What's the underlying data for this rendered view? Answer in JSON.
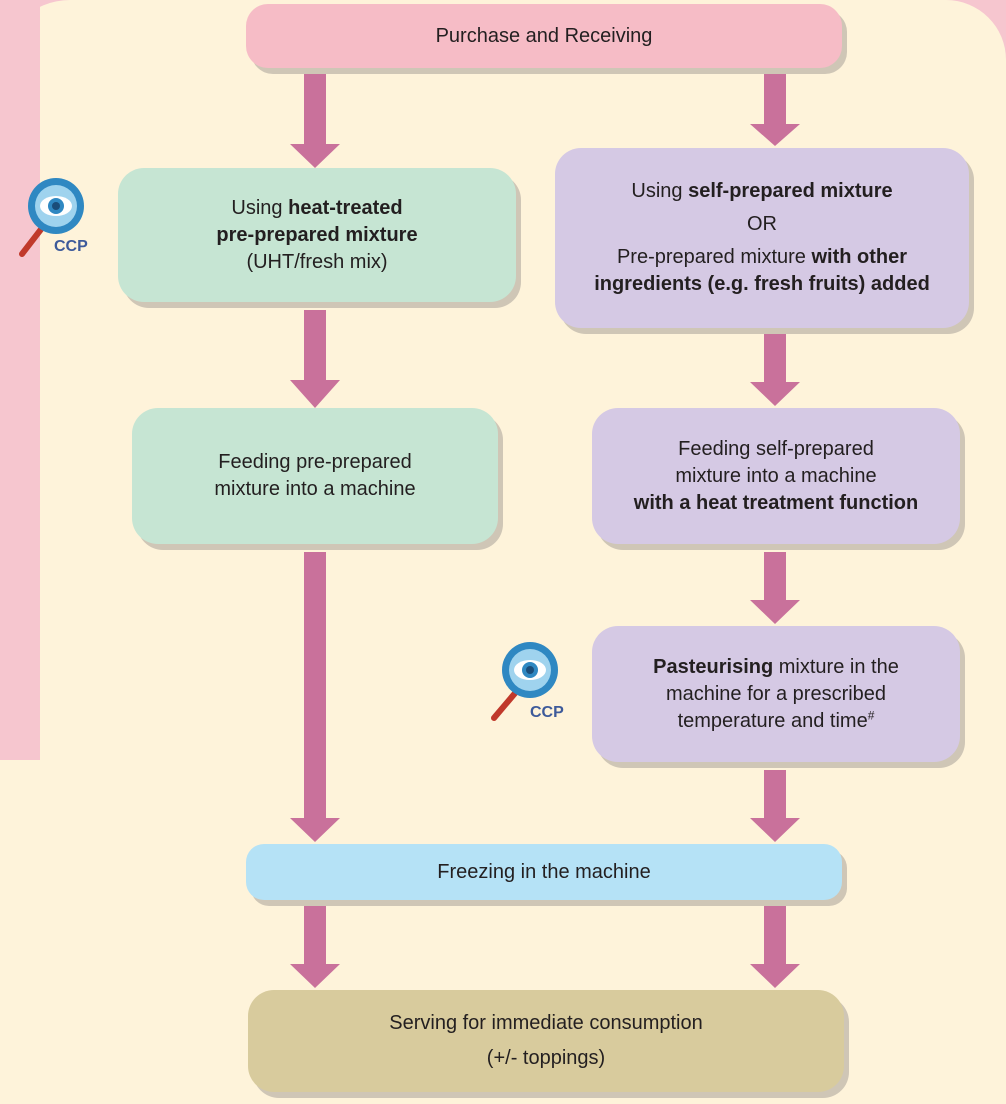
{
  "flowchart": {
    "purchase": "Purchase and Receiving",
    "left_using_pre": "Using ",
    "left_using_bold1": "heat-treated",
    "left_using_bold2": "pre-prepared mixture",
    "left_using_post": "(UHT/fresh mix)",
    "left_feed_line1": "Feeding pre-prepared",
    "left_feed_line2": "mixture into a machine",
    "right_using_pre": "Using ",
    "right_using_bold": "self-prepared mixture",
    "right_or": "OR",
    "right_pre_pre": "Pre-prepared mixture ",
    "right_pre_bold1": "with other",
    "right_pre_bold2": "ingredients (e.g. fresh fruits) added",
    "right_feed_line1": "Feeding self-prepared",
    "right_feed_line2": "mixture into a machine",
    "right_feed_bold": "with a heat treatment function",
    "pasteur_bold": "Pasteurising",
    "pasteur_line1_rest": " mixture in the",
    "pasteur_line2": "machine for a prescribed",
    "pasteur_line3": "temperature and time",
    "pasteur_sup": "#",
    "freezing": "Freezing in the machine",
    "serving_line1": "Serving for immediate consumption",
    "serving_line2": "(+/- toppings)",
    "ccp_label": "CCP"
  },
  "colors": {
    "arrow": "#c9719b",
    "ccp_text": "#3d5a9a",
    "ccp_ring": "#2f88c2"
  },
  "icons": [
    "magnifier-eye-icon"
  ]
}
